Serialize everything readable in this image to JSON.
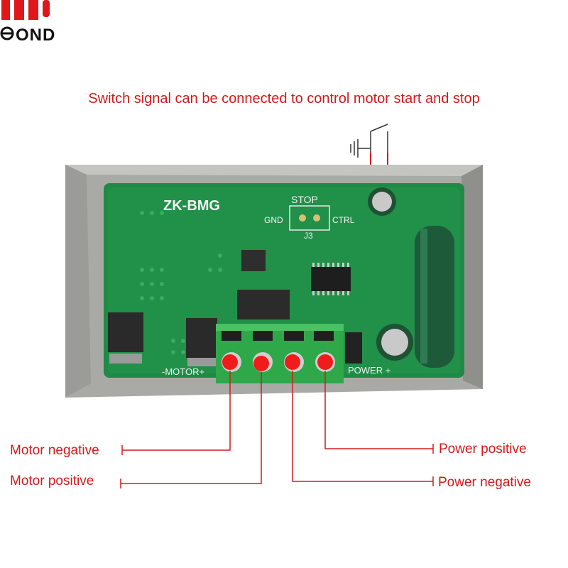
{
  "brand": {
    "text": "OND"
  },
  "caption": "Switch signal can be connected to control motor start and stop",
  "board": {
    "model": "ZK-BMG",
    "stop_label": "STOP",
    "gnd_label": "GND",
    "ctrl_label": "CTRL",
    "header_label": "J3",
    "motor_label": "-MOTOR+",
    "power_label": "POWER +",
    "colors": {
      "pcb": "#1f8a45",
      "enclosure": "#a9aaa6",
      "terminal": "#2fa84a",
      "marker": "#f01c1c",
      "label": "#d41a1a"
    }
  },
  "labels": {
    "motor_negative": "Motor negative",
    "motor_positive": "Motor positive",
    "power_positive": "Power positive",
    "power_negative": "Power negative"
  },
  "icons": [
    "ground-symbol-icon",
    "switch-symbol-icon"
  ]
}
